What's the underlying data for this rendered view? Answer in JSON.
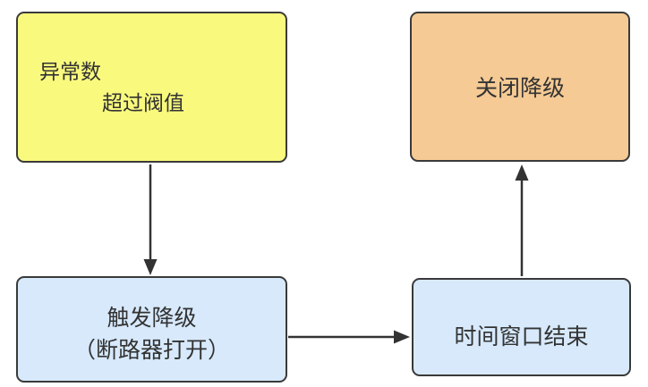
{
  "diagram": {
    "nodes": {
      "exceed_threshold": {
        "line1": "异常数",
        "line2": "超过阀值",
        "fill": "#F9F97E"
      },
      "close_downgrade": {
        "label": "关闭降级",
        "fill": "#F5CA94"
      },
      "trigger_downgrade": {
        "line1": "触发降级",
        "line2": "（断路器打开）",
        "fill": "#D7E9FB"
      },
      "time_window_end": {
        "label": "时间窗口结束",
        "fill": "#D7E9FB"
      }
    },
    "edges": [
      {
        "from": "exceed_threshold",
        "to": "trigger_downgrade",
        "direction": "down"
      },
      {
        "from": "trigger_downgrade",
        "to": "time_window_end",
        "direction": "right"
      },
      {
        "from": "time_window_end",
        "to": "close_downgrade",
        "direction": "up"
      }
    ],
    "colors": {
      "border": "#3A3A3A",
      "arrow": "#333333",
      "text": "#333333",
      "background": "#FFFFFF"
    }
  }
}
